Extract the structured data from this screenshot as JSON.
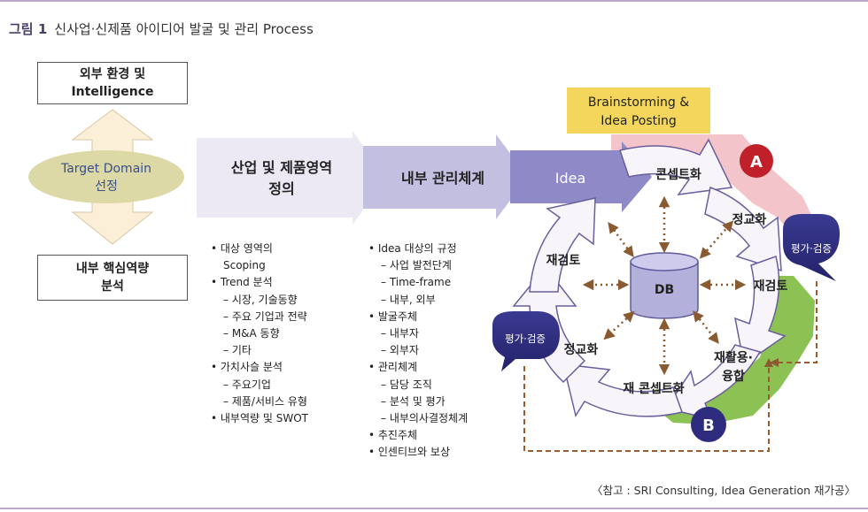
{
  "figure": {
    "number": "그림 1",
    "title": "신사업·신제품 아이디어 발굴 및 관리 Process"
  },
  "left_column": {
    "top_box": [
      "외부 환경 및",
      "Intelligence"
    ],
    "center_oval": [
      "Target Domain",
      "선정"
    ],
    "bottom_box": [
      "내부 핵심역량",
      "분석"
    ]
  },
  "flow": {
    "step1": [
      "산업 및 제품영역",
      "정의"
    ],
    "step2": "내부 관리체계",
    "step3": "Idea"
  },
  "list1": [
    {
      "text": "• 대상 영역의",
      "level": 0
    },
    {
      "text": "Scoping",
      "level": 1
    },
    {
      "text": "• Trend 분석",
      "level": 0
    },
    {
      "text": "– 시장, 기술동향",
      "level": 1
    },
    {
      "text": "– 주요 기업과 전략",
      "level": 1
    },
    {
      "text": "– M&A 동향",
      "level": 1
    },
    {
      "text": "– 기타",
      "level": 1
    },
    {
      "text": "• 가치사슬 분석",
      "level": 0
    },
    {
      "text": "– 주요기업",
      "level": 1
    },
    {
      "text": "– 제품/서비스 유형",
      "level": 1
    },
    {
      "text": "• 내부역량 및 SWOT",
      "level": 0
    }
  ],
  "list2": [
    {
      "text": "• Idea 대상의 규정",
      "level": 0
    },
    {
      "text": "– 사업 발전단계",
      "level": 1
    },
    {
      "text": "– Time-frame",
      "level": 1
    },
    {
      "text": "– 내부, 외부",
      "level": 1
    },
    {
      "text": "• 발굴주체",
      "level": 0
    },
    {
      "text": "– 내부자",
      "level": 1
    },
    {
      "text": "– 외부자",
      "level": 1
    },
    {
      "text": "• 관리체계",
      "level": 0
    },
    {
      "text": "– 담당 조직",
      "level": 1
    },
    {
      "text": "– 분석 및 평가",
      "level": 1
    },
    {
      "text": "– 내부의사결정체계",
      "level": 1
    },
    {
      "text": "• 추진주체",
      "level": 0
    },
    {
      "text": "• 인센티브와 보상",
      "level": 0
    }
  ],
  "cycle": {
    "brainstorm": [
      "Brainstorming &",
      "Idea Posting"
    ],
    "db": "DB",
    "concept": "콘셉트화",
    "refine1": "정교화",
    "review1": "재검토",
    "reuse": [
      "재활용·",
      "융합"
    ],
    "reconcept": "재 콘셉트화",
    "refine2": "정교화",
    "review2": "재검토",
    "eval1": "평가·검증",
    "eval2": "평가·검증",
    "marker_a": "A",
    "marker_b": "B"
  },
  "colors": {
    "title_blue": "#3a4f8c",
    "oval": "#dcd9a6",
    "highlight": "#f4d65c",
    "arrow_light": "#ece8f4",
    "arrow_mid": "#c3bfe0",
    "arrow_dark": "#8e89c7",
    "pink_band": "#f3c4c9",
    "green_band": "#8cc153",
    "marker_red": "#c0202a",
    "marker_navy": "#2e2c7e",
    "dashed_brown": "#9a5b2e"
  },
  "reference": "〈참고 : SRI Consulting, Idea Generation 재가공〉"
}
